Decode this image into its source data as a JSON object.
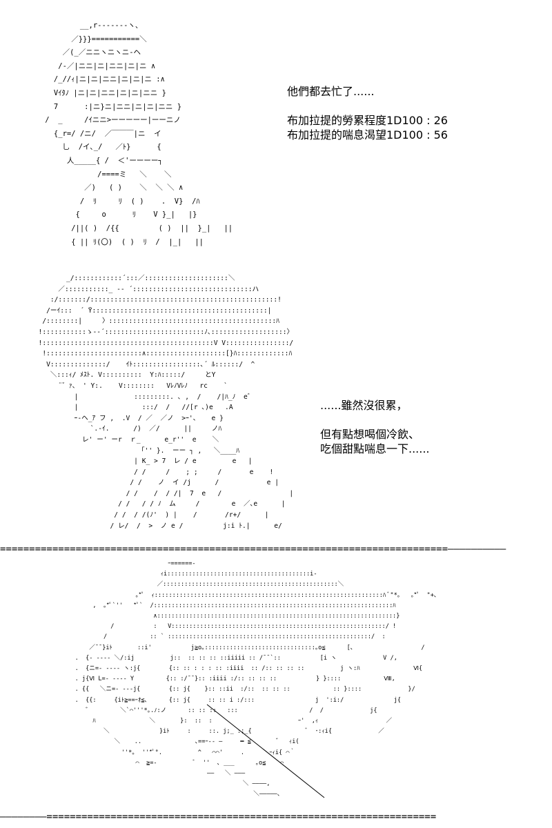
{
  "panel1": {
    "art": "            __,r-------ヽ、\n          ／}}}===========＼\n        ／(_／ニニヽニヽニ-ヘ\n       /-／|ニニ|ニ|ニニ|ニ|ニ ∧\n      /_//ｨ|ニ|ニ|ニニ|ニ|ニ|ニ :∧\n      Vｲﾀﾉ |ニ|ニ|ニニ|ニ|ニ|ニニ }\n      7      :|ニ}ニ|ニニ|ニ|ニ|ニニ }\n    /  _     /ｲニニ>ーーーーー|ーーニノ\n      {_r=/ /ニ/  ／￣￣￣|ニ  イ\n        乚  /イ､_/   ／ﾄ}      {\n         人_____{ /  ＜'ーーーー┐\n                /====ミ   ＼    ＼\n             ／)   ( )    ＼  ＼ ＼ ∧\n            /  ﾘ     ﾘ  ( )    .  V}  /ﾊ\n           {     o      ﾘ    V }_|   |}\n          /||( )  /{{         ( )  ||  }_|   ||\n          { || ﾘ(〇)  ( )  ﾘ  /  |_|   ||",
    "lines": [
      "他們都去忙了......",
      "",
      "布加拉提的勞累程度1D100 : 26",
      "布加拉提的喘息渴望1D100 : 56"
    ]
  },
  "panel2": {
    "art": "         _/::::::::::::´:::／:::::::::::::::::::::＼\n       ／:::::::::::_ -‐ ´::::::::::::::::::::::::::::::ハ\n     :/:::::::/:::::::::::::::::::::::::::::::::::::::::::::::!\n    /ーｲ:::  ´ ̄Y::::::::::::::::::::::::::::::::::::::::::::|\n   /::::::::|     〉::::::::::::::::::::::::::::::::::::::::::ﾊ\n  !:::::::::::ゝ-‐´:::::::::::::::::::::::::ﾉ､:::::::::::::::::::〉\n  !:::::::::::::::::::::::::::::::::::::::::::V V::::::::::::::::/\n   !::::::::::::::::::::::::∧::::::::::::::::::::[}ﾊ:::::::::::::ﾊ\n    V::::::::::::::/    ｲﾄ:::::::::::::::::､´ ﾙ::::::/  ^\n     ＼:::ｨ/ ﾒｽﾄ. V::::::::::  Y:ﾊ:::::/     とY\n       ¨゛ｧ、 ' Y:.    V::::::::   VﾚﾉVﾚﾉ   rc    `\n           |              :::::::::. ､ ,  /    /|ﾊ_ﾉ  e゛\n           |                :::/  /   //[r ､)e   .A\n           ｰ-ヘ_ｱ フ ,  .V  / ／  ／ノ  >ｰ'、   e }\n               `.-ｲ.      /)  ／/      ||     ノﾊ\n             レ' ー' ーr  ｒ_      e_r''  e    ＼\n                           「'' }.  ーー ┐ ,   ＼____ﾊ\n                          | K_ > 7  レ / e         e   |\n                          / /     /    ; ;     /       e    !\n                         / /    ノ  イ /j      /            e |\n                        / /    /  / /|  7  e   /                 |\n                      / /   / / ﾉ  ム     /        e  ／､e      |\n                     / /  / /(ﾉ'  ) |    /       /r+/      |\n                    / レ/  /  >  ノ e /          j:i ﾄ.|      e/",
    "lines": [
      "......雖然沒很累，",
      "",
      "但有點想喝個冷飲、",
      "吃個甜點喘息一下......"
    ]
  },
  "divider_top": "=============================================================================——————————",
  "panel3": {
    "art": "                                   ｰ======-\n                                 ｨi::::::::::::::::::::::::::::::::::::::::i‐\n                                ／:::::::::::::::::::::::::::::::::::::::::::::::::＼\n                          ｡*ﾟ  ｨ::::::::::::::::::::::::::::::::::::::::::::::::::::::::::::::::ﾊ ﾞ\"*｡   ｡*ﾟ  \"+､\n              ,  ｡*ﾟ`''   *ﾟ`  /:::::::::::::::::::::::::::::::::::::::::::::::::::::::::::::::::::ﾊ\n                               ∧:::::::::::::::::::::::::::::::::::::::::::::::::::::::::::::::::::}\n                   /           :   V::::::::::::::::::::::::::::::::::::::::::::::::::::::::::::/ !\n                 /            :: ` :::::::::::::::::::::::::::::::::::::::::::::::::::::::::/  :\n             ／¯¯}iﾄ       ::i'           j≧o｡:::::::::::::::::::::::::::::::｡o≦      [､                   /\n         .  {- ---- ＼/:ij          j::  :: :: :: ::iiiii :: /¯¯`::           [i ヽ             V /,\n         .  {ニ=- ---- ヽ:j{        {:: :: : : : :: :iiii  :: /:: :: :: ::          j ヽ:ﾊ               Ⅵ{\n         . j{Ⅵ L=- ---- Y         {:: :/¯¯}:: :iiii :/:: :: :: ::           } }::::            Ⅷ,\n         . {{   ＼ニ=- ---j{        {:: j{    }:: ::ii  :/::  :: :: ::            :: }::::             }/\n         .  {{:     {iﾄ≧==ｰｵ≦､      {:: j{     :: :: i :/:::                 j  ':i:/              j{\n            ゛        ＼`⌒'''*｡.ﾉ:ノ      :: :: ::   :::                    /  /             j{\n              ﾊ               ＼       }:  ::  :                        ｰ'  ,ｨ                   ／\n                 ＼              }iﾄ     :     ::. j;_ :;_{               ﾞ  ･:ｨi{             ／\n                    ＼    ..               ､==ｰ-- ―     ━ ≦       ゛  ｨi(\n                      ''*｡  ''*ﾟ°.          ^   ⌒⌒'     .       ｰｨi{ ⌒｀\n                          ⌒  ≧=-          ﾞ  ''  ､ ___      ｡o≦    ⌒\n                                              ――   ＼ ―――\n                                                        ＼ ――――,\n                                                           ＼―――――、",
    "diag": true
  },
  "divider_bottom": "————————==================================================================="
}
